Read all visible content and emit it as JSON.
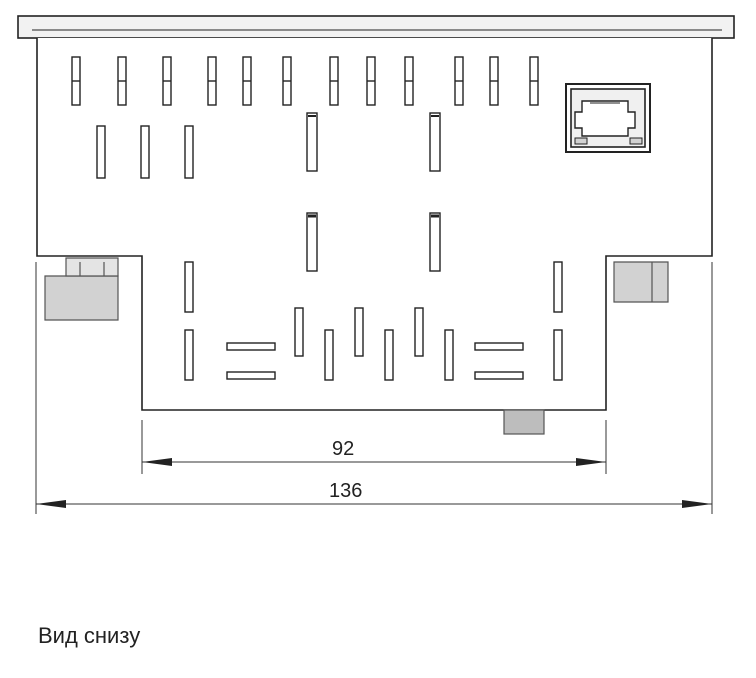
{
  "dimensions": {
    "inner_width": "92",
    "outer_width": "136"
  },
  "caption": "Вид снизу",
  "colors": {
    "outline": "#222222",
    "connector_fill": "#d2d2d2",
    "face": "#ffffff"
  },
  "icons": {
    "ethernet_port": "rj45-port-icon"
  }
}
